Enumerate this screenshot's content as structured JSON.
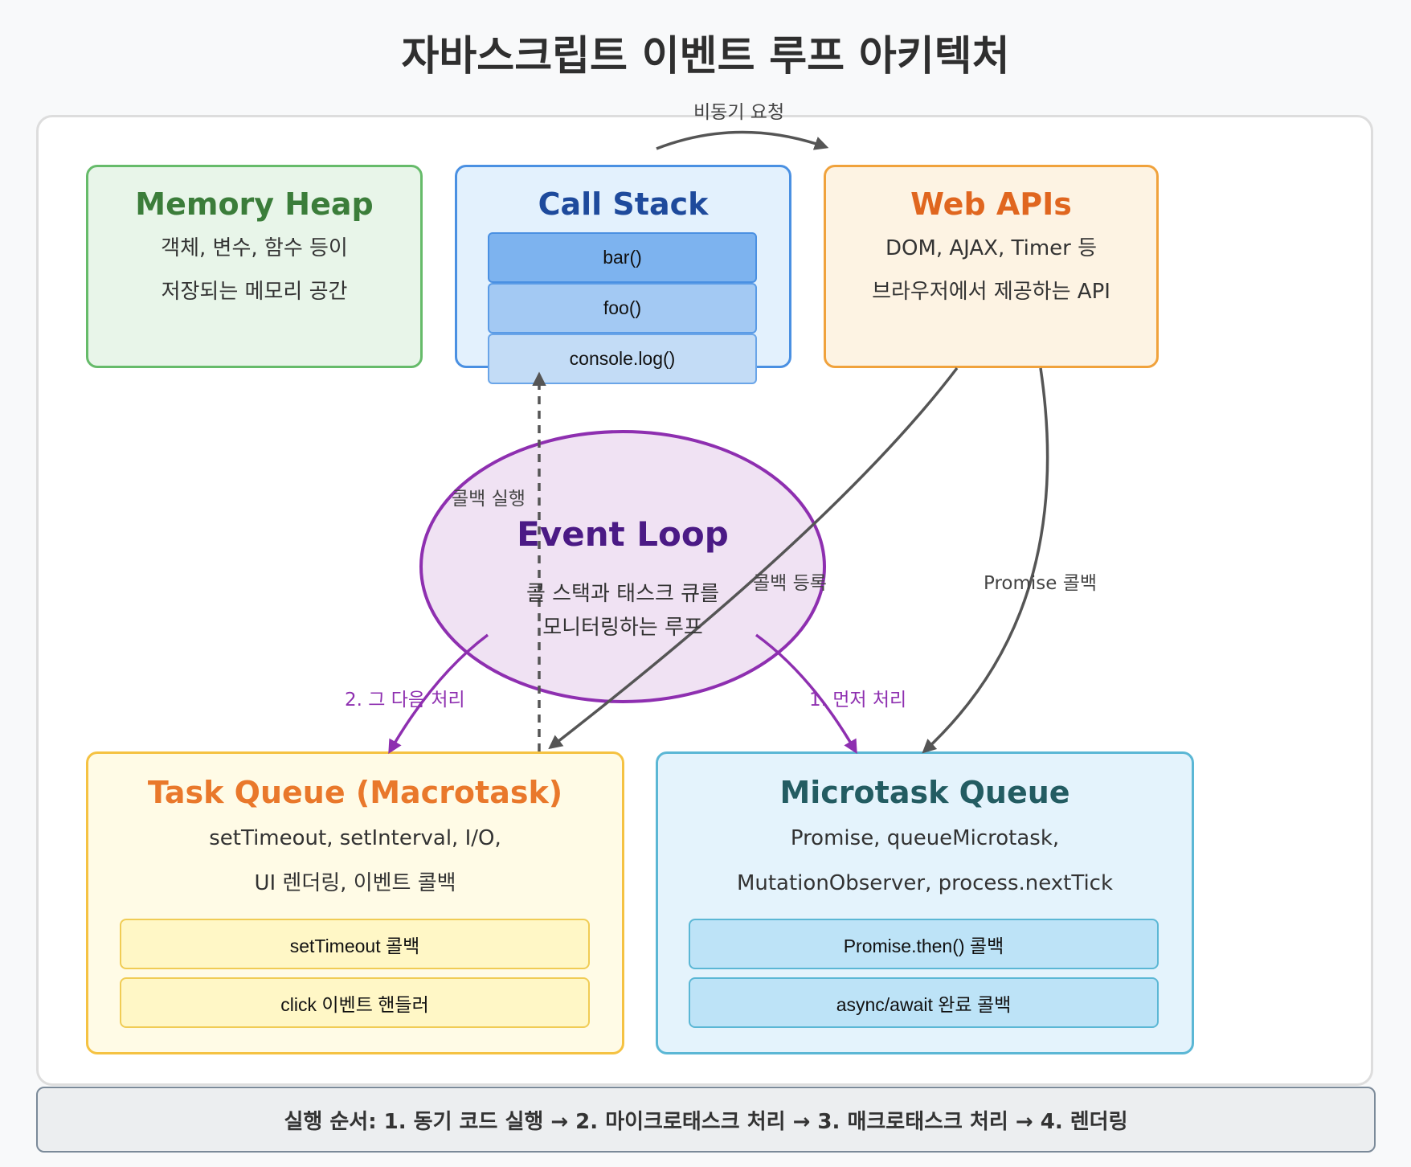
{
  "title": "자바스크립트 이벤트 루프 아키텍처",
  "memory_heap": {
    "title": "Memory Heap",
    "desc_line1": "객체, 변수, 함수 등이",
    "desc_line2": "저장되는 메모리 공간"
  },
  "call_stack": {
    "title": "Call Stack",
    "frames": [
      "bar()",
      "foo()",
      "console.log()"
    ]
  },
  "web_apis": {
    "title": "Web APIs",
    "desc_line1": "DOM, AJAX, Timer 등",
    "desc_line2": "브라우저에서 제공하는 API"
  },
  "event_loop": {
    "title": "Event Loop",
    "desc_line1": "콜 스택과 태스크 큐를",
    "desc_line2": "모니터링하는 루프"
  },
  "task_queue": {
    "title": "Task Queue (Macrotask)",
    "desc_line1": "setTimeout, setInterval, I/O,",
    "desc_line2": "UI 렌더링, 이벤트 콜백",
    "items": [
      "setTimeout 콜백",
      "click 이벤트 핸들러"
    ]
  },
  "microtask_queue": {
    "title": "Microtask Queue",
    "desc_line1": "Promise, queueMicrotask,",
    "desc_line2": "MutationObserver, process.nextTick",
    "items": [
      "Promise.then() 콜백",
      "async/await 완료 콜백"
    ]
  },
  "labels": {
    "async_request": "비동기 요청",
    "callback_exec": "콜백 실행",
    "callback_register": "콜백 등록",
    "promise_callback": "Promise 콜백",
    "second": "2. 그 다음 처리",
    "first": "1. 먼저 처리"
  },
  "footer": "실행 순서: 1. 동기 코드 실행 → 2. 마이크로태스크 처리 → 3. 매크로태스크 처리 → 4. 렌더링",
  "colors": {
    "arrow": "#555555",
    "loop_arrow": "#8e2fb0",
    "stack_frame_top": "#7db3ef",
    "stack_frame_mid": "#a3c9f3",
    "stack_frame_bottom": "#c3dcf6"
  }
}
